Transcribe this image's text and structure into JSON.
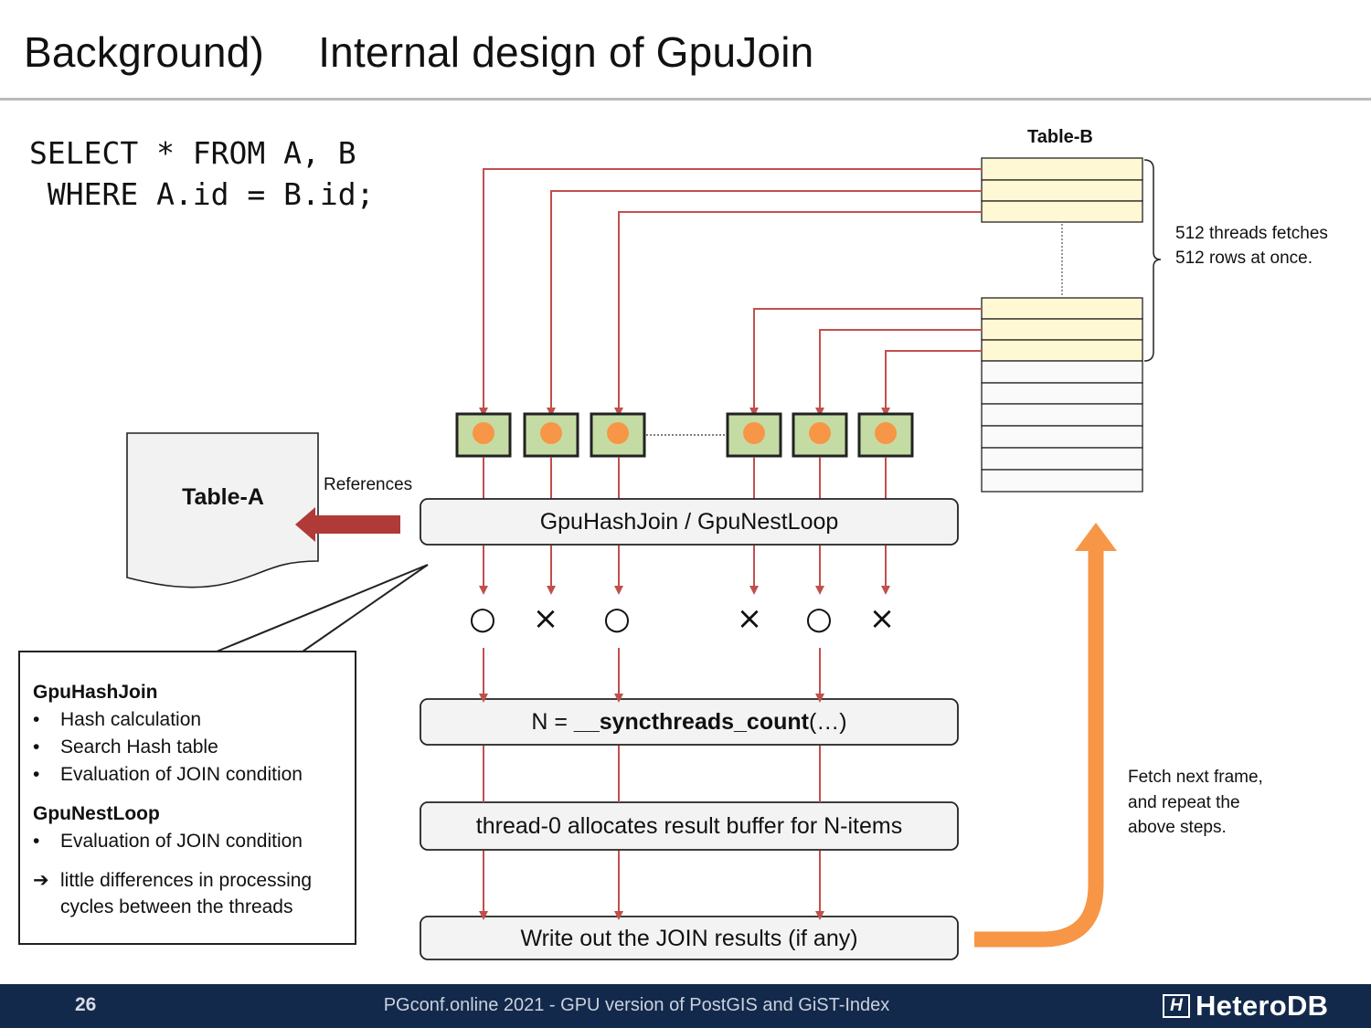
{
  "title": "Background)  Internal design of GpuJoin",
  "sql": {
    "line1": "SELECT * FROM A, B",
    "line2": " WHERE A.id = B.id;"
  },
  "table_b": {
    "label": "Table-B",
    "brace_note_line1": "512 threads fetches",
    "brace_note_line2": "512 rows at once."
  },
  "table_a": {
    "label": "Table-A",
    "references_label": "References"
  },
  "steps": {
    "join": "GpuHashJoin / GpuNestLoop",
    "sync_prefix": "N = ",
    "sync_func": "__syncthreads_count",
    "sync_suffix": "(…)",
    "alloc": "thread-0 allocates result buffer for N-items",
    "write": "Write out the JOIN results (if any)"
  },
  "results": [
    "○",
    "×",
    "○",
    "×",
    "○",
    "×"
  ],
  "note": {
    "hash_head": "GpuHashJoin",
    "hash_items": [
      "Hash calculation",
      "Search Hash table",
      "Evaluation of JOIN condition"
    ],
    "nest_head": "GpuNestLoop",
    "nest_items": [
      "Evaluation of JOIN condition"
    ],
    "bullet": "•",
    "conclusion_arrow": "➔",
    "conclusion_line1": "little differences in processing",
    "conclusion_line2": "cycles between the threads"
  },
  "repeat_note": {
    "line1": "Fetch next frame,",
    "line2": "and repeat the",
    "line3": "above steps."
  },
  "footer": {
    "page": "26",
    "text": "PGconf.online 2021 - GPU version of PostGIS and GiST-Index",
    "logo_mark": "H",
    "logo_text": "HeteroDB"
  },
  "colors": {
    "red_line": "#c0504d",
    "row_fill": "#fff8d4",
    "thread_fill": "#c4dca4",
    "thread_dot": "#f79646",
    "big_arrow": "#f79646",
    "ref_arrow": "#b03a38",
    "footer_bg": "#13294b"
  }
}
